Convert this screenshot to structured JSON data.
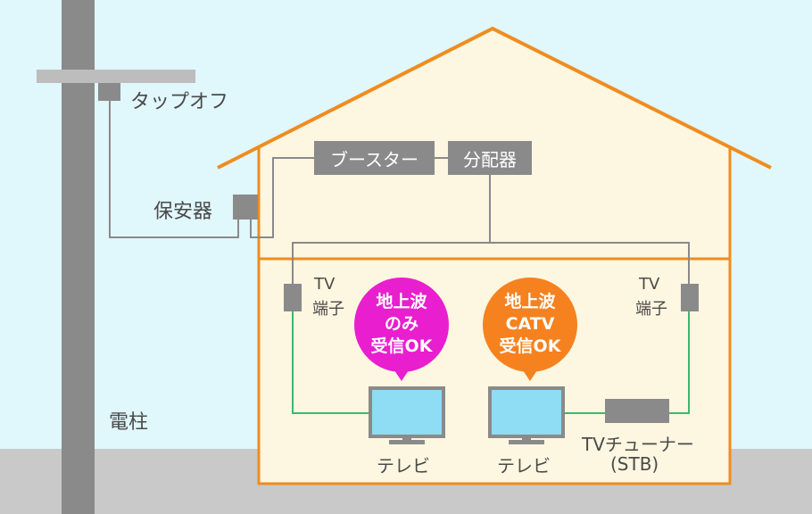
{
  "colors": {
    "sky": "#e0f7fb",
    "ground": "#c9c9c9",
    "pole": "#8a8a8a",
    "house_fill": "#fdf6e0",
    "house_stroke": "#f08c1e",
    "cable_gray": "#8a8a8a",
    "cable_green": "#3cb86e",
    "terrestrial_bubble": "#e91ecf",
    "catv_bubble": "#f5821f",
    "screen": "#8fdcf5"
  },
  "labels": {
    "tap_off": "タップオフ",
    "protector": "保安器",
    "utility_pole": "電柱",
    "booster": "ブースター",
    "splitter": "分配器",
    "tv_terminal_left_1": "TV",
    "tv_terminal_left_2": "端子",
    "tv_terminal_right_1": "TV",
    "tv_terminal_right_2": "端子",
    "tv_left": "テレビ",
    "tv_right": "テレビ",
    "tuner_line1": "TVチューナー",
    "tuner_line2": "(STB)"
  },
  "bubbles": {
    "terrestrial_only": [
      "地上波",
      "のみ",
      "受信OK"
    ],
    "terrestrial_catv": [
      "地上波",
      "CATV",
      "受信OK"
    ]
  }
}
